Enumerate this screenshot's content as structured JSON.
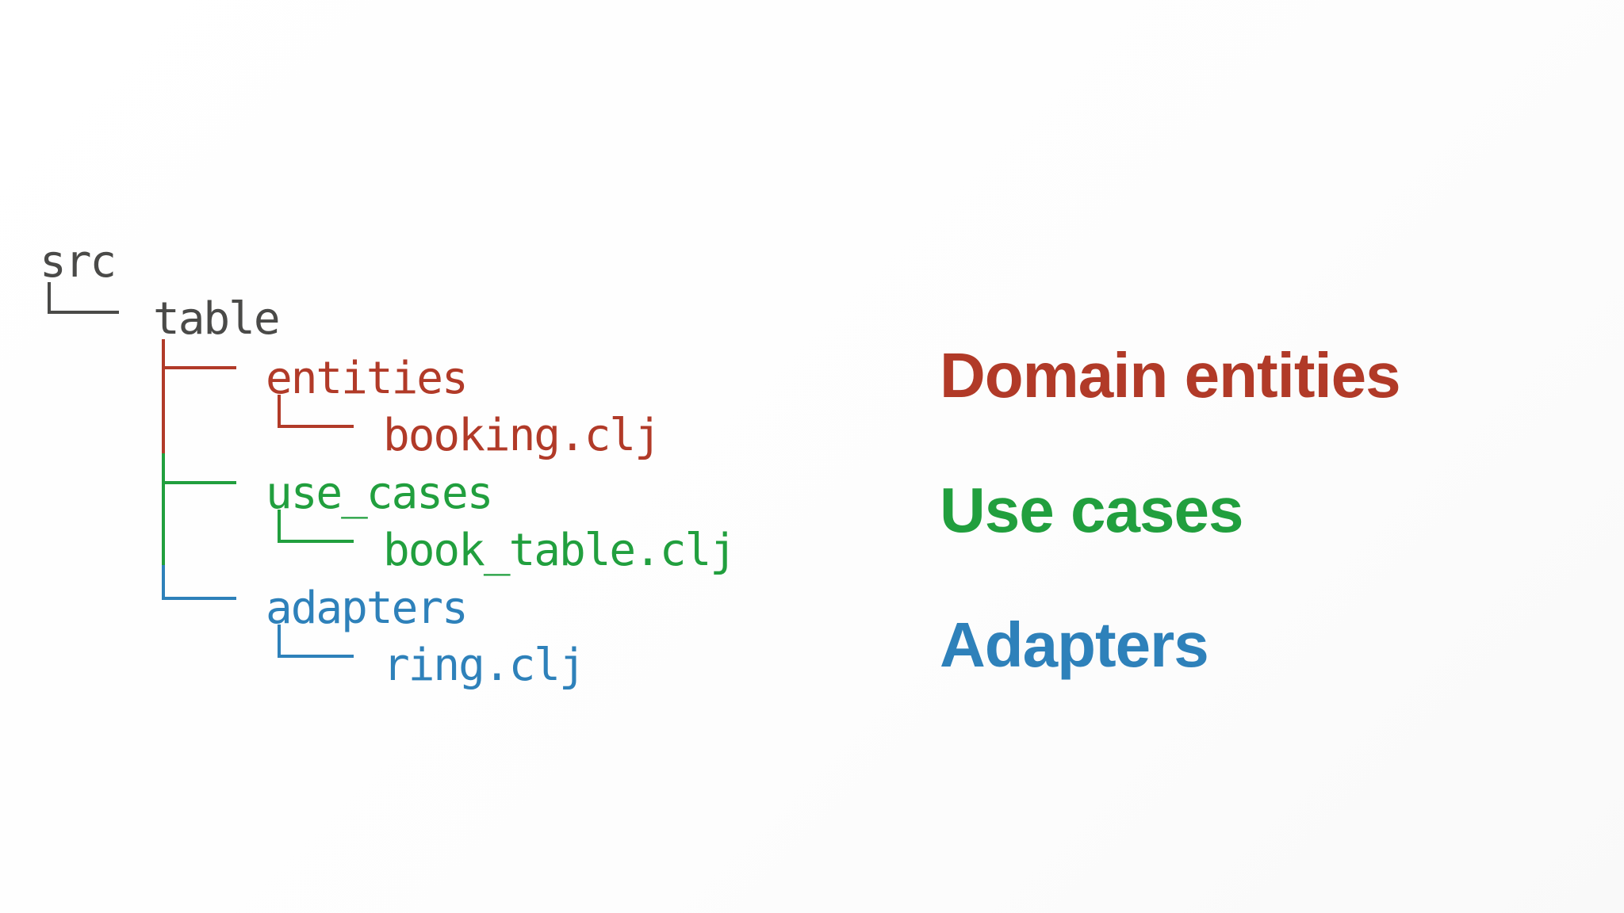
{
  "colors": {
    "gray": "#4a4a48",
    "red": "#b13a28",
    "green": "#219f3e",
    "blue": "#2e81ba"
  },
  "tree": {
    "root": {
      "label": "src"
    },
    "dir": {
      "label": "table"
    },
    "groups": [
      {
        "folder": "entities",
        "file": "booking.clj",
        "color_name": "red",
        "heading": "Domain entities"
      },
      {
        "folder": "use_cases",
        "file": "book_table.clj",
        "color_name": "green",
        "heading": "Use cases"
      },
      {
        "folder": "adapters",
        "file": "ring.clj",
        "color_name": "blue",
        "heading": "Adapters"
      }
    ]
  }
}
